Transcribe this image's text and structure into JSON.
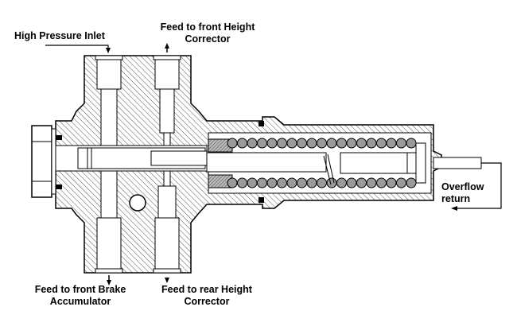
{
  "diagram": {
    "title": "Hydraulic security valve cross-section",
    "labels": {
      "high_pressure_inlet": "High Pressure Inlet",
      "front_height_corrector": [
        "Feed to front Height",
        "Corrector"
      ],
      "front_brake_accumulator": [
        "Feed to front Brake",
        "Accumulator"
      ],
      "rear_height_corrector": [
        "Feed to rear Height",
        "Corrector"
      ],
      "overflow_return": [
        "Overflow",
        "return"
      ]
    },
    "flow_directions": {
      "high_pressure_inlet": "in",
      "front_height_corrector": "out",
      "front_brake_accumulator": "out",
      "rear_height_corrector": "out",
      "overflow_return": "out"
    },
    "components": [
      "valve-body",
      "end-plug-nut",
      "spool",
      "spring",
      "piston",
      "overflow-pipe"
    ],
    "colors": {
      "line": "#000000",
      "background": "#ffffff",
      "hatch": "#555555",
      "spring_fill": "#9a9a9a"
    }
  }
}
